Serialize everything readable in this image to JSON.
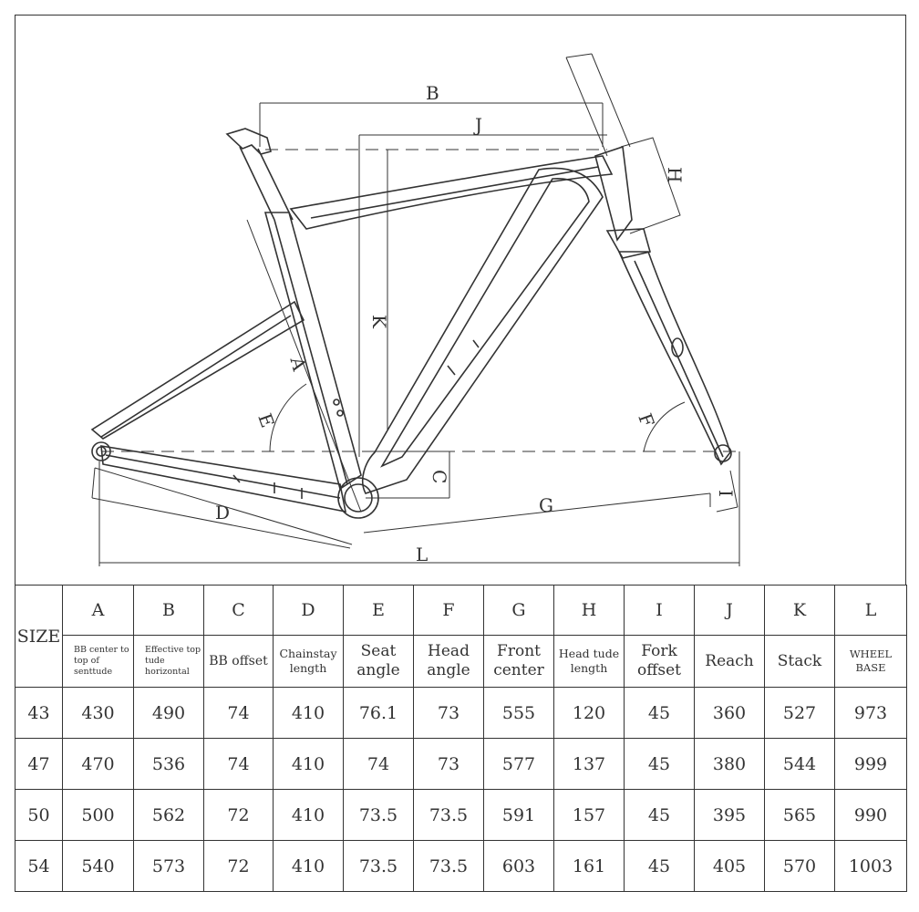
{
  "diagram": {
    "dimension_labels": [
      "A",
      "B",
      "C",
      "D",
      "E",
      "F",
      "G",
      "H",
      "I",
      "J",
      "K",
      "L"
    ]
  },
  "table": {
    "size_header": "SIZE",
    "columns": [
      {
        "letter": "A",
        "desc": "BB center to top of senttude"
      },
      {
        "letter": "B",
        "desc": "Effective top tude horizontal"
      },
      {
        "letter": "C",
        "desc": "BB offset"
      },
      {
        "letter": "D",
        "desc": "Chainstay length"
      },
      {
        "letter": "E",
        "desc": "Seat angle"
      },
      {
        "letter": "F",
        "desc": "Head angle"
      },
      {
        "letter": "G",
        "desc": "Front center"
      },
      {
        "letter": "H",
        "desc": "Head tude length"
      },
      {
        "letter": "I",
        "desc": "Fork offset"
      },
      {
        "letter": "J",
        "desc": "Reach"
      },
      {
        "letter": "K",
        "desc": "Stack"
      },
      {
        "letter": "L",
        "desc": "WHEEL BASE"
      }
    ],
    "rows": [
      {
        "size": "43",
        "values": [
          "430",
          "490",
          "74",
          "410",
          "76.1",
          "73",
          "555",
          "120",
          "45",
          "360",
          "527",
          "973"
        ]
      },
      {
        "size": "47",
        "values": [
          "470",
          "536",
          "74",
          "410",
          "74",
          "73",
          "577",
          "137",
          "45",
          "380",
          "544",
          "999"
        ]
      },
      {
        "size": "50",
        "values": [
          "500",
          "562",
          "72",
          "410",
          "73.5",
          "73.5",
          "591",
          "157",
          "45",
          "395",
          "565",
          "990"
        ]
      },
      {
        "size": "54",
        "values": [
          "540",
          "573",
          "72",
          "410",
          "73.5",
          "73.5",
          "603",
          "161",
          "45",
          "405",
          "570",
          "1003"
        ]
      }
    ]
  }
}
